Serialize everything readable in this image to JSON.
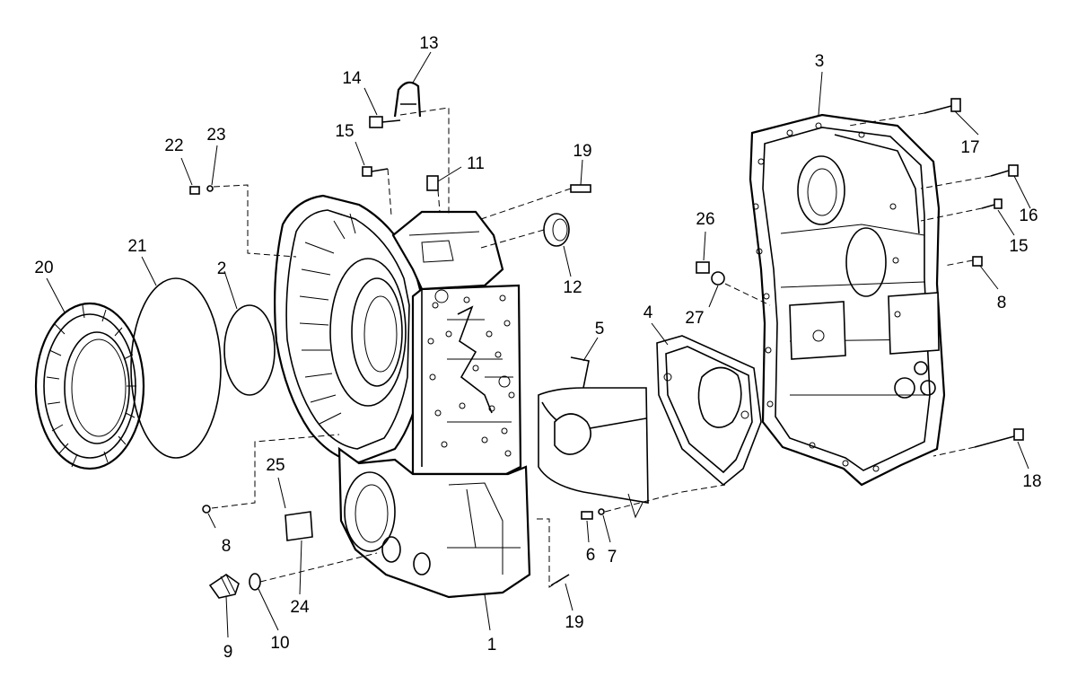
{
  "callouts": [
    {
      "id": "c13",
      "text": "13"
    },
    {
      "id": "c14",
      "text": "14"
    },
    {
      "id": "c15a",
      "text": "15"
    },
    {
      "id": "c11",
      "text": "11"
    },
    {
      "id": "c19a",
      "text": "19"
    },
    {
      "id": "c22",
      "text": "22"
    },
    {
      "id": "c23",
      "text": "23"
    },
    {
      "id": "c3",
      "text": "3"
    },
    {
      "id": "c17",
      "text": "17"
    },
    {
      "id": "c16",
      "text": "16"
    },
    {
      "id": "c15b",
      "text": "15"
    },
    {
      "id": "c26",
      "text": "26"
    },
    {
      "id": "c27",
      "text": "27"
    },
    {
      "id": "c8a",
      "text": "8"
    },
    {
      "id": "c20",
      "text": "20"
    },
    {
      "id": "c21",
      "text": "21"
    },
    {
      "id": "c2",
      "text": "2"
    },
    {
      "id": "c12",
      "text": "12"
    },
    {
      "id": "c5",
      "text": "5"
    },
    {
      "id": "c4",
      "text": "4"
    },
    {
      "id": "c25",
      "text": "25"
    },
    {
      "id": "c8b",
      "text": "8"
    },
    {
      "id": "c24",
      "text": "24"
    },
    {
      "id": "c6",
      "text": "6"
    },
    {
      "id": "c7",
      "text": "7"
    },
    {
      "id": "c18",
      "text": "18"
    },
    {
      "id": "c9",
      "text": "9"
    },
    {
      "id": "c10",
      "text": "10"
    },
    {
      "id": "c1",
      "text": "1"
    },
    {
      "id": "c19b",
      "text": "19"
    }
  ]
}
